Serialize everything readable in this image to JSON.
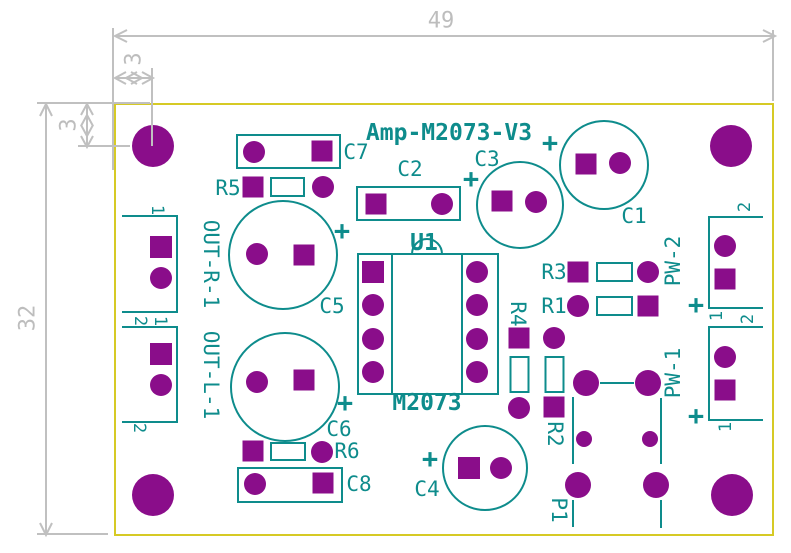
{
  "title": "Amp-M2073-V3",
  "colors": {
    "silkscreen": "#0e8c8c",
    "pads": "#8a0d8a",
    "board_edge": "#d6ca25",
    "dimension_annotations": "#bdbdbd",
    "background": "#ffffff"
  },
  "dimensions": {
    "board_width": "49",
    "board_height": "32",
    "hole_offset_x": "3",
    "hole_offset_y": "3"
  },
  "components": {
    "u1": {
      "ref": "U1",
      "value": "M2073"
    },
    "c1": "C1",
    "c2": "C2",
    "c3": "C3",
    "c4": "C4",
    "c5": "C5",
    "c6": "C6",
    "c7": "C7",
    "c8": "C8",
    "r1": "R1",
    "r2": "R2",
    "r3": "R3",
    "r4": "R4",
    "r5": "R5",
    "r6": "R6",
    "p1": "P1",
    "pw1": "PW-1",
    "pw2": "PW-2",
    "out_r": "OUT-R-1",
    "out_l": "OUT-L-1"
  },
  "pins": {
    "p1": "1",
    "p2": "2"
  },
  "symbols": {
    "polarity_plus": "+"
  }
}
